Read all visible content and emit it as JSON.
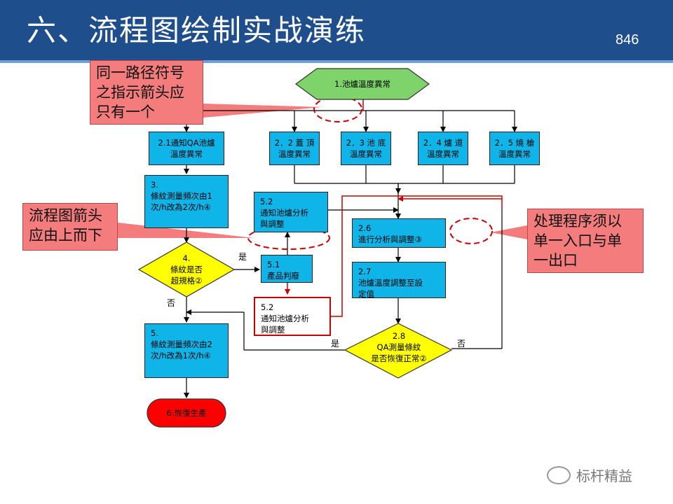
{
  "header": {
    "title": "六、流程图绘制实战演练",
    "page_number": "846"
  },
  "nodes": {
    "start": "1.池爐溫度異常",
    "n21": "2.1通知QA池爐\n溫度異常",
    "n22": "2．2 蓋 頂\n溫度異常",
    "n23": "2．3 池 底\n溫度異常",
    "n24": "2．4 爐 道\n溫度異常",
    "n25": "2．5 燒 槍\n溫度異常",
    "n3": "3.\n條紋測量頻次由1\n次/h改為2次/h④",
    "n52a": "5.2\n通知池爐分析\n與調整",
    "n26": "2.6\n進行分析與調整③",
    "d4": "4.\n條紋是否\n超規格②",
    "n51": "5.1\n產品判廢",
    "n27": "2.7\n池爐溫度調整至設\n定值",
    "n52b": "5.2\n通知池爐分析\n與調整",
    "n5": "5.\n條紋測量頻次由2\n次/h改為1次/h④",
    "d28": "2.8\nQA測量條紋\n是否恢復正常②",
    "end": "6.恢復生產"
  },
  "labels": {
    "yes_d4": "是",
    "no_d4": "否",
    "yes_d28": "是",
    "no_d28": "否"
  },
  "callouts": {
    "entry_arrow": "同一路径符号\n之指示箭头应\n只有一个",
    "direction": "流程图箭头\n应由上而下",
    "single_io": "处理程序须以\n单一入口与单\n一出口"
  },
  "watermark": {
    "text": "标杆精益",
    "icon": "wechat-icon"
  },
  "colors": {
    "header": "#1f4e8c",
    "process_box": "#0fb4e8",
    "start_node": "#7fd36b",
    "decision": "#ffff00",
    "end_node": "#ff0000",
    "callout": "#f47c7c",
    "highlight": "#cc0000"
  }
}
